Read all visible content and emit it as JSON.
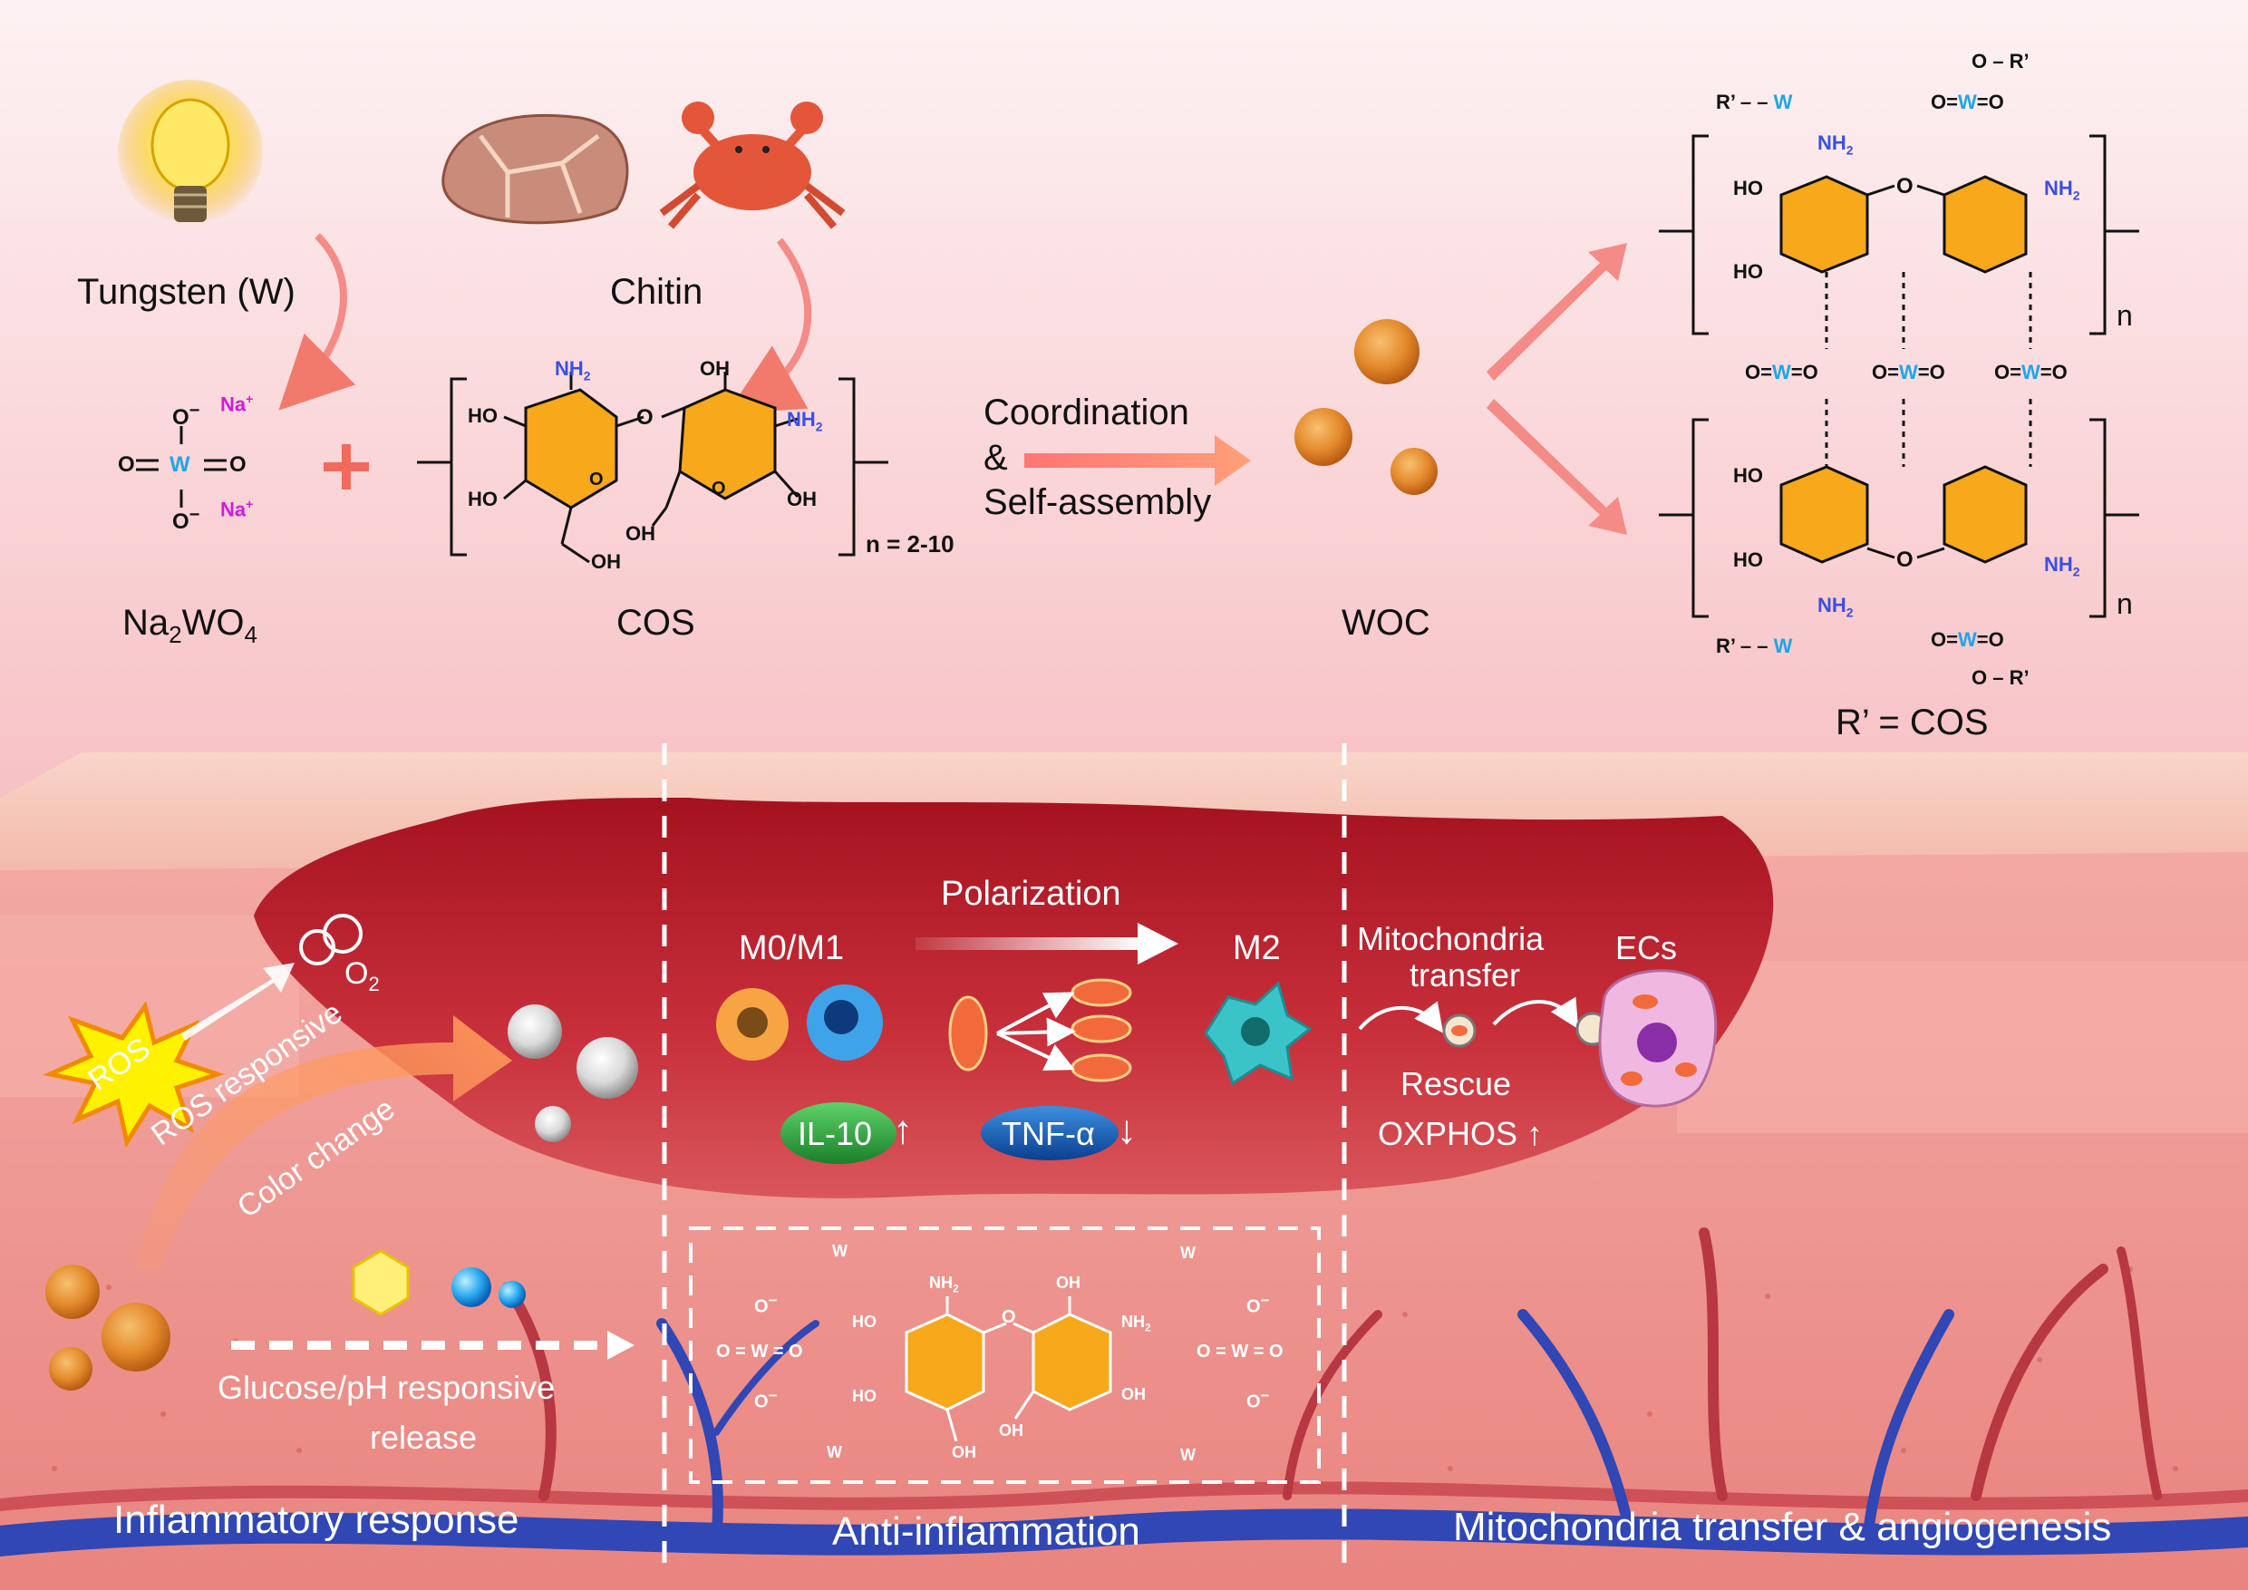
{
  "top": {
    "tungsten_label": "Tungsten (W)",
    "chitin_label": "Chitin",
    "na2wo4_label_main": "Na",
    "na2wo4_sub1": "2",
    "na2wo4_mid": "WO",
    "na2wo4_sub2": "4",
    "cos_label": "COS",
    "woc_label": "WOC",
    "n_range": "n = 2-10",
    "coordination_line1": "Coordination",
    "coordination_line2": "&",
    "coordination_line3": "Self-assembly",
    "r_prime_label": "R’ = COS",
    "n_label": "n",
    "plus": "+"
  },
  "chem": {
    "ho": "HO",
    "oh": "OH",
    "nh2": "NH",
    "two": "2",
    "o": "O",
    "w": "W",
    "na": "Na",
    "plus_sup": "+",
    "minus": "−",
    "r_prime": "R’",
    "eq": "="
  },
  "bottom": {
    "o2_label": "O",
    "o2_sub": "2",
    "ros_label": "ROS",
    "ros_responsive": "ROS responsive",
    "color_change": "Color change",
    "glucose_line1": "Glucose/pH responsive",
    "glucose_line2": "release",
    "polarization": "Polarization",
    "m0m1": "M0/M1",
    "m2": "M2",
    "il10": "IL-10",
    "tnf": "TNF-α",
    "up_arrow": "↑",
    "down_arrow": "↓",
    "mito_line1": "Mitochondria",
    "mito_line2": "transfer",
    "ecs": "ECs",
    "rescue": "Rescue",
    "oxphos": "OXPHOS ↑",
    "section_inflammatory": "Inflammatory response",
    "section_anti": "Anti-inflammation",
    "section_mito": "Mitochondria transfer & angiogenesis",
    "w_marker": "W"
  },
  "colors": {
    "ring_orange": "#f7a81b",
    "nh2_blue": "#3b4fe0",
    "w_cyan": "#1fa6e8",
    "na_magenta": "#d21bd6",
    "wound_red": "#b3222e",
    "arrow_salmon": "#f27a6c"
  }
}
